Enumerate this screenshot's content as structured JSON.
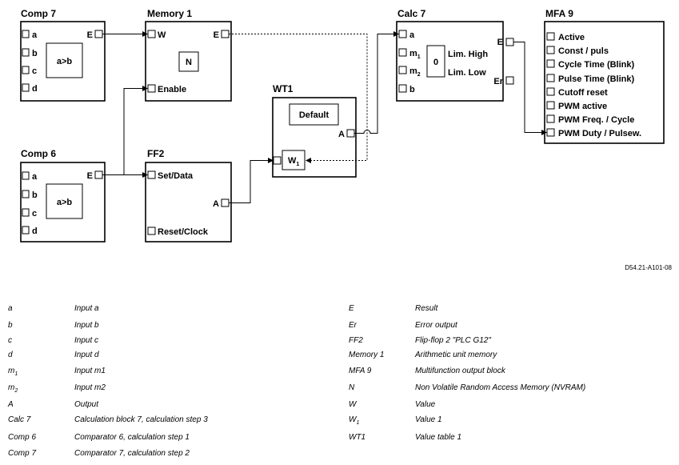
{
  "blocks": {
    "comp7": {
      "title": "Comp 7",
      "inputs": [
        "a",
        "b",
        "c",
        "d"
      ],
      "output": "E",
      "inner": "a>b"
    },
    "comp6": {
      "title": "Comp 6",
      "inputs": [
        "a",
        "b",
        "c",
        "d"
      ],
      "output": "E",
      "inner": "a>b"
    },
    "memory1": {
      "title": "Memory 1",
      "inputs": [
        "W",
        "Enable"
      ],
      "output": "E",
      "inner": "N"
    },
    "ff2": {
      "title": "FF2",
      "inputs": [
        "Set/Data",
        "Reset/Clock"
      ],
      "output": "A"
    },
    "wt1": {
      "title": "WT1",
      "inner": "Default",
      "output": "A",
      "input_main": "W",
      "input_sub": "1"
    },
    "calc7": {
      "title": "Calc 7",
      "inputs": [
        {
          "main": "a",
          "sub": ""
        },
        {
          "main": "m",
          "sub": "1"
        },
        {
          "main": "m",
          "sub": "2"
        },
        {
          "main": "b",
          "sub": ""
        }
      ],
      "inner_value": "0",
      "lim_high": "Lim. High",
      "lim_low": "Lim. Low",
      "output": "E",
      "error_output": "Er"
    },
    "mfa9": {
      "title": "MFA 9",
      "items": [
        "Active",
        "Const / puls",
        "Cycle Time (Blink)",
        "Pulse Time (Blink)",
        "Cutoff reset",
        "PWM active",
        "PWM Freq. / Cycle",
        "PWM Duty / Pulsew."
      ]
    }
  },
  "drawing_ref": "D54.21-A101-08",
  "legend_left": [
    {
      "main": "a",
      "sub": "",
      "desc": "Input a"
    },
    {
      "main": "b",
      "sub": "",
      "desc": "Input b"
    },
    {
      "main": "c",
      "sub": "",
      "desc": "Input c"
    },
    {
      "main": "d",
      "sub": "",
      "desc": "Input d"
    },
    {
      "main": "m",
      "sub": "1",
      "desc": "Input m1"
    },
    {
      "main": "m",
      "sub": "2",
      "desc": "Input m2"
    },
    {
      "main": "A",
      "sub": "",
      "desc": "Output"
    },
    {
      "main": "Calc 7",
      "sub": "",
      "desc": "Calculation block 7, calculation step 3"
    },
    {
      "main": "Comp 6",
      "sub": "",
      "desc": "Comparator 6, calculation step 1"
    },
    {
      "main": "Comp 7",
      "sub": "",
      "desc": "Comparator 7, calculation step 2"
    }
  ],
  "legend_right": [
    {
      "main": "E",
      "sub": "",
      "desc": "Result"
    },
    {
      "main": "Er",
      "sub": "",
      "desc": "Error output"
    },
    {
      "main": "FF2",
      "sub": "",
      "desc": "Flip-flop 2 \"PLC G12\""
    },
    {
      "main": "Memory 1",
      "sub": "",
      "desc": "Arithmetic unit memory"
    },
    {
      "main": "MFA 9",
      "sub": "",
      "desc": "Multifunction output block"
    },
    {
      "main": "N",
      "sub": "",
      "desc": "Non Volatile Random Access Memory (NVRAM)"
    },
    {
      "main": "W",
      "sub": "",
      "desc": "Value"
    },
    {
      "main": "W",
      "sub": "1",
      "desc": "Value 1"
    },
    {
      "main": "WT1",
      "sub": "",
      "desc": "Value table 1"
    }
  ]
}
